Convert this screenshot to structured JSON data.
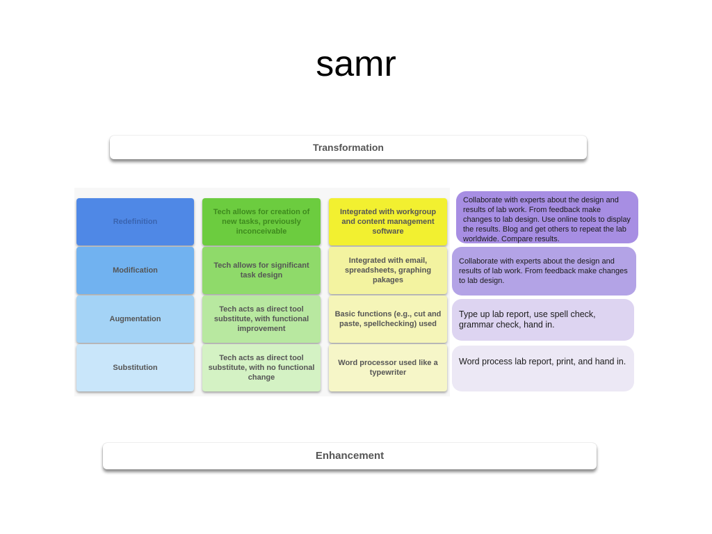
{
  "slide": {
    "title": "samr"
  },
  "bands": {
    "top": "Transformation",
    "bottom": "Enhancement"
  },
  "colors": {
    "redefinition": "#4f88e6",
    "modification": "#71b2f0",
    "augmentation": "#a4d3f6",
    "substitution": "#c9e6fa",
    "task_redefinition": "#6ccc3f",
    "task_modification": "#8fda6a",
    "task_augmentation": "#b8e8a0",
    "task_substitution": "#d4f2c4",
    "tool_redefinition": "#f2f030",
    "tool_modification": "#f3f3a0",
    "tool_augmentation": "#f5f5b8",
    "tool_substitution": "#f6f6c8"
  },
  "rows": [
    {
      "level": "Redefinition",
      "task": "Tech allows for creation of new tasks, previously inconceivable",
      "tool": "Integrated with workgroup and content management software",
      "example": "Collaborate with experts about the design and results of lab work. From feedback make changes to lab design. Use online tools to display the results.  Blog and get others to repeat the lab worldwide.  Compare results."
    },
    {
      "level": "Modification",
      "task": "Tech allows for significant task design",
      "tool": "Integrated with email, spreadsheets, graphing pakages",
      "example": "Collaborate with experts about the design and results of lab work. From feedback make changes to lab design."
    },
    {
      "level": "Augmentation",
      "task": "Tech acts as direct tool substitute, with functional improvement",
      "tool": "Basic functions (e.g., cut and paste, spellchecking) used",
      "example": "Type up lab report, use spell check, grammar check, hand in."
    },
    {
      "level": "Substitution",
      "task": "Tech acts as direct tool substitute, with no functional change",
      "tool": "Word processor used like a typewriter",
      "example": "Word process lab report, print, and hand in."
    }
  ]
}
